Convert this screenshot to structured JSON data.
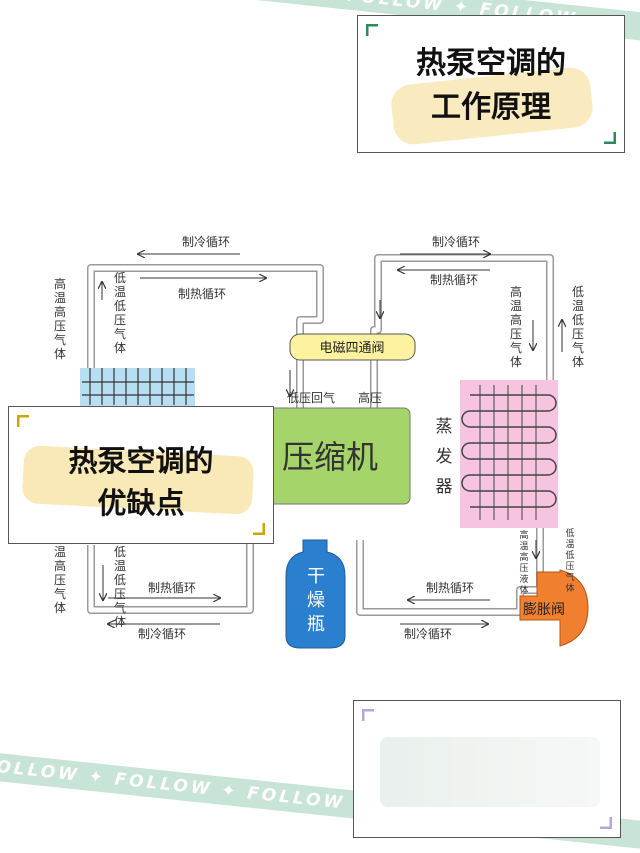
{
  "banner_text": "FOLLOW ✦ FOLLOW ✦ FOLLOW ✦ FOLLOW ✦",
  "card_top": {
    "line1": "热泵空调的",
    "line2": "工作原理"
  },
  "card_left": {
    "line1": "热泵空调的",
    "line2": "优缺点"
  },
  "diagram": {
    "valve": "电磁四通阀",
    "compressor": "压缩机",
    "evaporator": "蒸发器",
    "expansion_valve": "膨胀阀",
    "dryer": "干燥瓶",
    "cooling_cycle": "制冷循环",
    "heating_cycle": "制热循环",
    "hot_hp_gas": "高温高压气体",
    "low_temp_lp_gas": "低温低压气体",
    "low_pressure_return": "低压回气",
    "high_pressure": "高压",
    "hot_hp_liquid": "高温高压液体"
  },
  "colors": {
    "banner": "#c7e4d6",
    "accent_green": "#2e8b57",
    "accent_purple": "#b9a6d9",
    "highlight_yellow": "#f6e3a4",
    "valve_fill": "#fdf2a0",
    "compressor_fill": "#a5d46a",
    "evaporator_fill": "#f6c3e0",
    "condenser_fill": "#b8def2",
    "dryer_fill": "#2a7fcf",
    "expansion_fill": "#f08030"
  }
}
